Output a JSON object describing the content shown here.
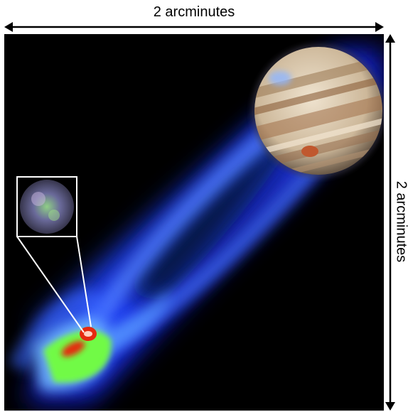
{
  "scale": {
    "horizontal_label": "2 arcminutes",
    "vertical_label": "2 arcminutes"
  },
  "image": {
    "description_icons": [
      "jupiter-planet",
      "io-moon-inset",
      "plasma-torus-glow"
    ]
  },
  "colors": {
    "background": "#000000",
    "glow_outer": "#1d3cff",
    "glow_inner": "#5fb0ff",
    "core_green": "#7bff3a",
    "core_red": "#e6280f"
  }
}
